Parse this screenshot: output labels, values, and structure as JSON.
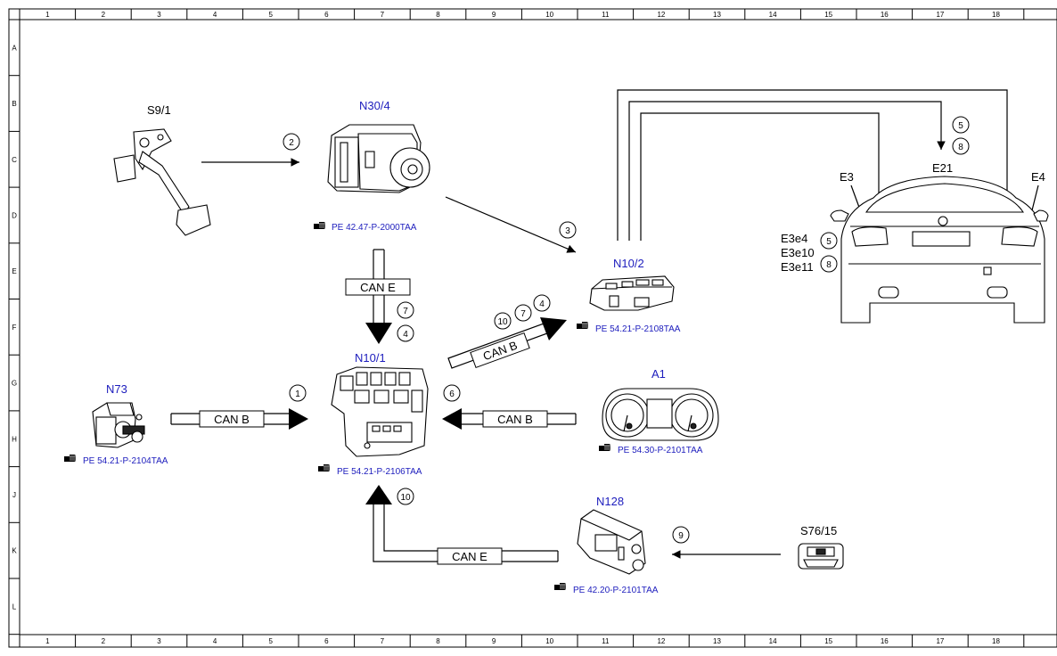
{
  "grid": {
    "columns": [
      "1",
      "2",
      "3",
      "4",
      "5",
      "6",
      "7",
      "8",
      "9",
      "10",
      "11",
      "12",
      "13",
      "14",
      "15",
      "16",
      "17",
      "18"
    ],
    "rows": [
      "A",
      "B",
      "C",
      "D",
      "E",
      "F",
      "G",
      "H",
      "J",
      "K",
      "L"
    ]
  },
  "components": {
    "s9_1": {
      "label": "S9/1"
    },
    "n30_4": {
      "label": "N30/4",
      "ref": "PE 42.47-P-2000TAA"
    },
    "n10_2": {
      "label": "N10/2",
      "ref": "PE 54.21-P-2108TAA"
    },
    "n10_1": {
      "label": "N10/1",
      "ref": "PE 54.21-P-2106TAA"
    },
    "n73": {
      "label": "N73",
      "ref": "PE 54.21-P-2104TAA"
    },
    "a1": {
      "label": "A1",
      "ref": "PE 54.30-P-2101TAA"
    },
    "n128": {
      "label": "N128",
      "ref": "PE 42.20-P-2101TAA"
    },
    "s76_15": {
      "label": "S76/15"
    },
    "e21": {
      "label": "E21"
    },
    "e3": {
      "label": "E3"
    },
    "e4": {
      "label": "E4"
    },
    "e3e4": {
      "label": "E3e4"
    },
    "e3e10": {
      "label": "E3e10"
    },
    "e3e11": {
      "label": "E3e11"
    }
  },
  "buses": {
    "can_e_vertical": "CAN E",
    "can_b_n73": "CAN B",
    "can_b_a1": "CAN B",
    "can_b_n10_2": "CAN B",
    "can_e_n128": "CAN E"
  },
  "step_numbers": {
    "n1": "1",
    "n2": "2",
    "n3": "3",
    "n4a": "4",
    "n4b": "4",
    "n5a": "5",
    "n5b": "5",
    "n6": "6",
    "n7a": "7",
    "n7b": "7",
    "n8a": "8",
    "n8b": "8",
    "n9": "9",
    "n10a": "10",
    "n10b": "10"
  },
  "colors": {
    "component_label": "#1d1dbd",
    "reference_link": "#1d1dbd",
    "line": "#000000"
  },
  "icons": {
    "reference": "pointing-hand-icon"
  }
}
